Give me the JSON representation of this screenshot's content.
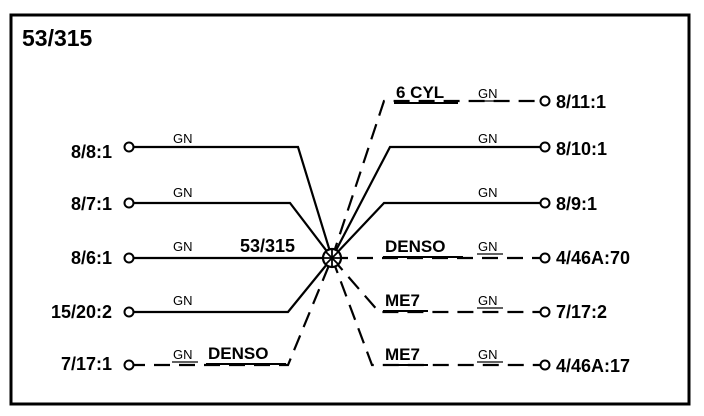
{
  "diagram": {
    "title": "53/315",
    "splice_label": "53/315",
    "left_terminals": [
      {
        "id": "8/8:1",
        "wire": "GN",
        "style": "solid",
        "tag": ""
      },
      {
        "id": "8/7:1",
        "wire": "GN",
        "style": "solid",
        "tag": ""
      },
      {
        "id": "8/6:1",
        "wire": "GN",
        "style": "solid",
        "tag": ""
      },
      {
        "id": "15/20:2",
        "wire": "GN",
        "style": "solid",
        "tag": ""
      },
      {
        "id": "7/17:1",
        "wire": "GN",
        "style": "dashed",
        "tag": "DENSO"
      }
    ],
    "right_terminals": [
      {
        "id": "8/11:1",
        "wire": "GN",
        "style": "dashed",
        "tag": "6 CYL"
      },
      {
        "id": "8/10:1",
        "wire": "GN",
        "style": "solid",
        "tag": ""
      },
      {
        "id": "8/9:1",
        "wire": "GN",
        "style": "solid",
        "tag": ""
      },
      {
        "id": "4/46A:70",
        "wire": "GN",
        "style": "dashed",
        "tag": "DENSO"
      },
      {
        "id": "7/17:2",
        "wire": "GN",
        "style": "dashed",
        "tag": "ME7"
      },
      {
        "id": "4/46A:17",
        "wire": "GN",
        "style": "dashed",
        "tag": "ME7"
      }
    ]
  }
}
